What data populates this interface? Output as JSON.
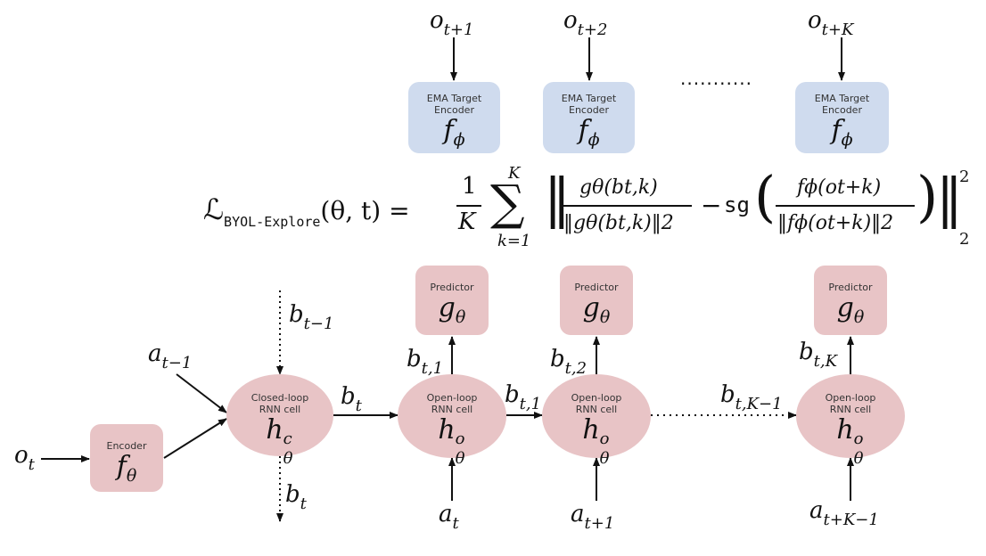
{
  "top_inputs": [
    "o",
    "o",
    "o"
  ],
  "top_input_subs": [
    "t+1",
    "t+2",
    "t+K"
  ],
  "target_encoders": [
    {
      "label": "EMA Target\nEncoder",
      "symbol": "f",
      "sub": "ϕ"
    },
    {
      "label": "EMA Target\nEncoder",
      "symbol": "f",
      "sub": "ϕ"
    },
    {
      "label": "EMA Target\nEncoder",
      "symbol": "f",
      "sub": "ϕ"
    }
  ],
  "target_ellipsis": "...........",
  "loss": {
    "L": "ℒ",
    "L_sub": "BYOL-Explore",
    "args": "(θ, t) =",
    "one": "1",
    "K": "K",
    "sum": "∑",
    "sum_top": "K",
    "sum_bottom": "k=1",
    "num1": "gθ(bt,k)",
    "den1": "‖gθ(bt,k)‖2",
    "minus": "−",
    "sg": "sg",
    "num2": "fϕ(ot+k)",
    "den2": "‖fϕ(ot+k)‖2",
    "pow": "2",
    "norm_sub": "2"
  },
  "predictors": [
    {
      "label": "Predictor",
      "symbol": "g",
      "sub": "θ"
    },
    {
      "label": "Predictor",
      "symbol": "g",
      "sub": "θ"
    },
    {
      "label": "Predictor",
      "symbol": "g",
      "sub": "θ"
    }
  ],
  "encoder": {
    "label": "Encoder",
    "symbol": "f",
    "sub": "θ"
  },
  "closed_loop": {
    "label": "Closed-loop\nRNN cell",
    "symbol": "h",
    "sup": "c",
    "sub": "θ"
  },
  "open_loops": [
    {
      "label": "Open-loop\nRNN cell",
      "symbol": "h",
      "sup": "o",
      "sub": "θ"
    },
    {
      "label": "Open-loop\nRNN cell",
      "symbol": "h",
      "sup": "o",
      "sub": "θ"
    },
    {
      "label": "Open-loop\nRNN cell",
      "symbol": "h",
      "sup": "o",
      "sub": "θ"
    }
  ],
  "vars": {
    "o_t": {
      "v": "o",
      "s": "t"
    },
    "a_tm1": {
      "v": "a",
      "s": "t−1"
    },
    "b_tm1": {
      "v": "b",
      "s": "t−1"
    },
    "b_t_top": {
      "v": "b",
      "s": "t"
    },
    "b_t_down": {
      "v": "b",
      "s": "t"
    },
    "b_t1_a": {
      "v": "b",
      "s": "t,1"
    },
    "b_t1_b": {
      "v": "b",
      "s": "t,1"
    },
    "b_t2": {
      "v": "b",
      "s": "t,2"
    },
    "b_tK": {
      "v": "b",
      "s": "t,K"
    },
    "b_tKm1": {
      "v": "b",
      "s": "t,K−1"
    },
    "a_t": {
      "v": "a",
      "s": "t"
    },
    "a_t1": {
      "v": "a",
      "s": "t+1"
    },
    "a_tKm1": {
      "v": "a",
      "s": "t+K−1"
    }
  }
}
